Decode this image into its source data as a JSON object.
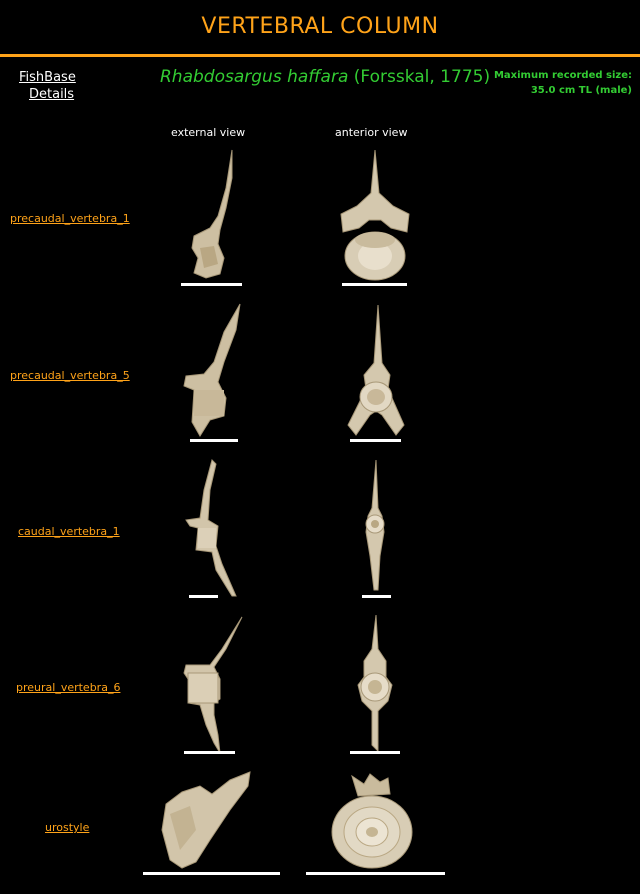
{
  "header": {
    "title": "VERTEBRAL COLUMN"
  },
  "nav": {
    "fishbase_label": "FishBase",
    "details_label": "Details"
  },
  "species": {
    "scientific_name": "Rhabdosargus haffara",
    "authority": "(Forsskal, 1775)"
  },
  "max_size": {
    "label": "Maximum recorded size:",
    "value": "35.0 cm TL (male)"
  },
  "columns": {
    "external": "external view",
    "anterior": "anterior view"
  },
  "rows": [
    {
      "label": "precaudal_vertebra_1"
    },
    {
      "label": "precaudal_vertebra_5"
    },
    {
      "label": "caudal_vertebra_1"
    },
    {
      "label": "preural_vertebra_6"
    },
    {
      "label": "urostyle"
    }
  ],
  "colors": {
    "accent": "#ffa319",
    "species": "#33cc33",
    "bone": "#d9ccb3",
    "background": "#000000"
  }
}
